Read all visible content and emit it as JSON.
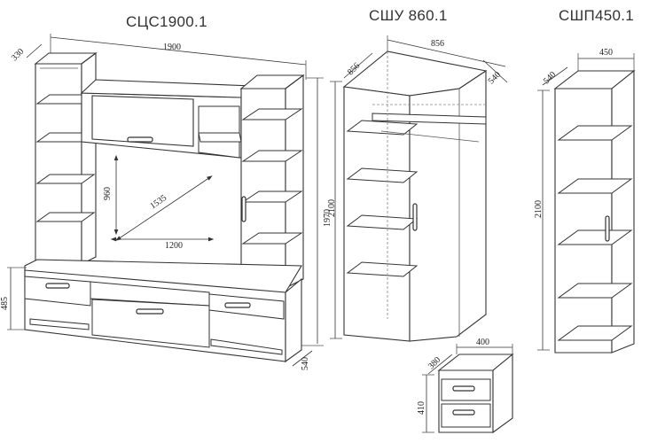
{
  "titles": {
    "left": "СЦС1900.1",
    "middle": "СШУ 860.1",
    "right": "СШП450.1"
  },
  "dims": {
    "scs_width": "1900",
    "scs_depth_top": "330",
    "scs_height": "1970",
    "scs_depth_bottom": "540",
    "scs_base_height": "485",
    "tv_diag": "1535",
    "tv_height": "960",
    "tv_width": "1200",
    "shu_width": "856",
    "shu_depth_left": "856",
    "shu_depth_right": "540",
    "shu_height": "2100",
    "shp_width": "450",
    "shp_depth": "540",
    "shp_height": "2100",
    "tumba_width": "400",
    "tumba_depth": "380",
    "tumba_height": "410"
  }
}
